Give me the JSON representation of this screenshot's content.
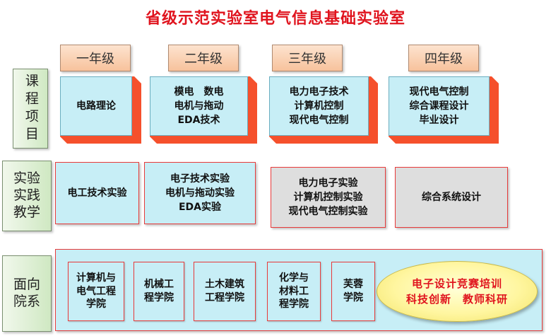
{
  "title": "省级示范实验室电气信息基础实验室",
  "grades": [
    "一年级",
    "二年级",
    "三年级",
    "四年级"
  ],
  "row_labels": {
    "courses": "课程项目",
    "practice": "实验\n实践\n教学",
    "departments": "面向\n院系"
  },
  "courses": [
    "电路理论",
    "模电　数电\n电机与拖动\nEDA技术",
    "电力电子技术\n计算机控制\n现代电气控制",
    "现代电气控制\n综合课程设计\n毕业设计"
  ],
  "practice": [
    "电工技术实验",
    "电子技术实验\n电机与拖动实验\nEDA实验",
    "电力电子实验\n计算机控制实验\n现代电气控制实验",
    "综合系统设计"
  ],
  "departments": [
    "计算机与\n电气工程\n学院",
    "机械工\n程学院",
    "土木建筑\n工程学院",
    "化学与\n材料工\n程学院",
    "芙蓉\n学院"
  ],
  "highlight": {
    "line1": "电子设计竞赛培训",
    "line2": "科技创新　教师科研"
  },
  "colors": {
    "title": "#e0141e",
    "box_fill": "#c7eef6",
    "box_depth": "#f5502c",
    "border_red": "#e83b3b",
    "grade_fill": "#f9d2b4",
    "label_fill": "#dcefd3",
    "ellipse_fill": "#fff6a0"
  }
}
